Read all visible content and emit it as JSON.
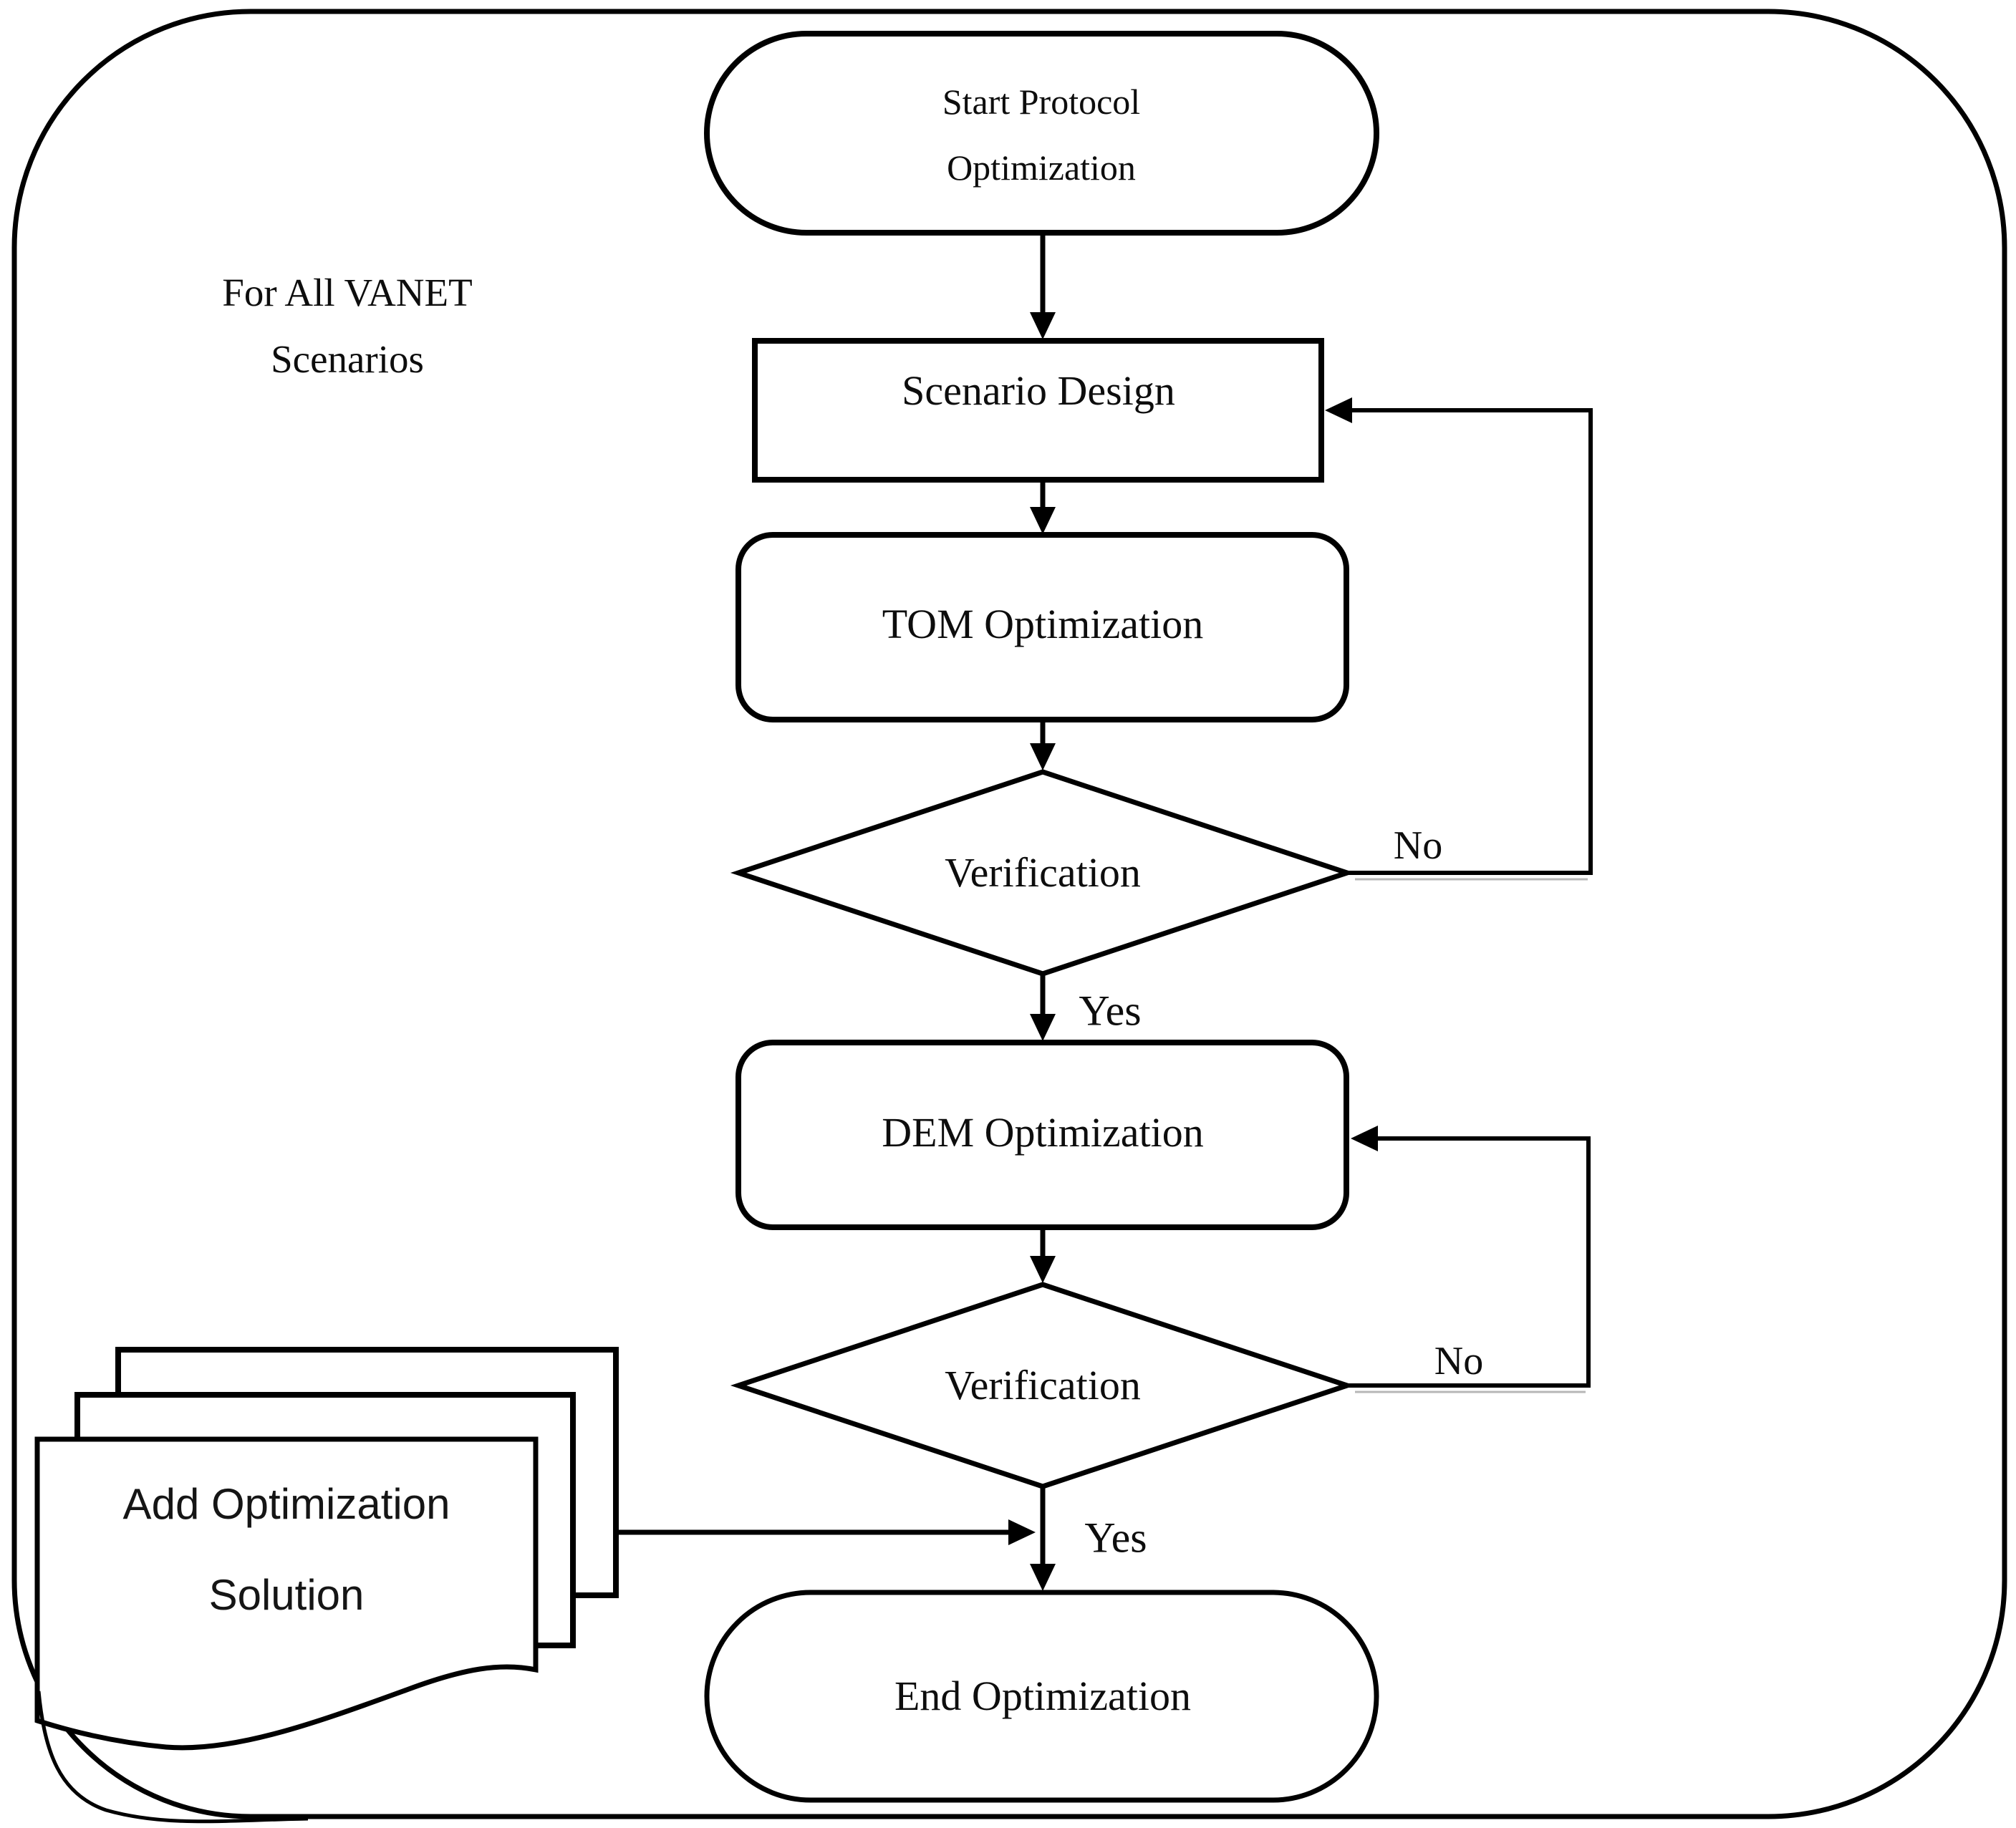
{
  "diagram": {
    "kind": "flowchart",
    "context_label": {
      "line1": "For All VANET",
      "line2": "Scenarios"
    },
    "nodes": {
      "start": {
        "shape": "terminator",
        "line1": "Start Protocol",
        "line2": "Optimization"
      },
      "scenario_design": {
        "shape": "process-rectangle",
        "label": "Scenario Design"
      },
      "tom_optimization": {
        "shape": "rounded-process",
        "label": "TOM Optimization"
      },
      "verification_1": {
        "shape": "decision-diamond",
        "label": "Verification"
      },
      "dem_optimization": {
        "shape": "rounded-process",
        "label": "DEM Optimization"
      },
      "verification_2": {
        "shape": "decision-diamond",
        "label": "Verification"
      },
      "end": {
        "shape": "terminator",
        "label": "End Optimization"
      },
      "add_solution_doc": {
        "shape": "stacked-documents",
        "line1": "Add Optimization",
        "line2": "Solution"
      }
    },
    "branch_labels": {
      "verify1_no": "No",
      "verify1_yes": "Yes",
      "verify2_no": "No",
      "verify2_yes": "Yes"
    },
    "colors": {
      "line": "#000000",
      "background": "#ffffff",
      "shadow_line": "#9a9a9a"
    }
  }
}
